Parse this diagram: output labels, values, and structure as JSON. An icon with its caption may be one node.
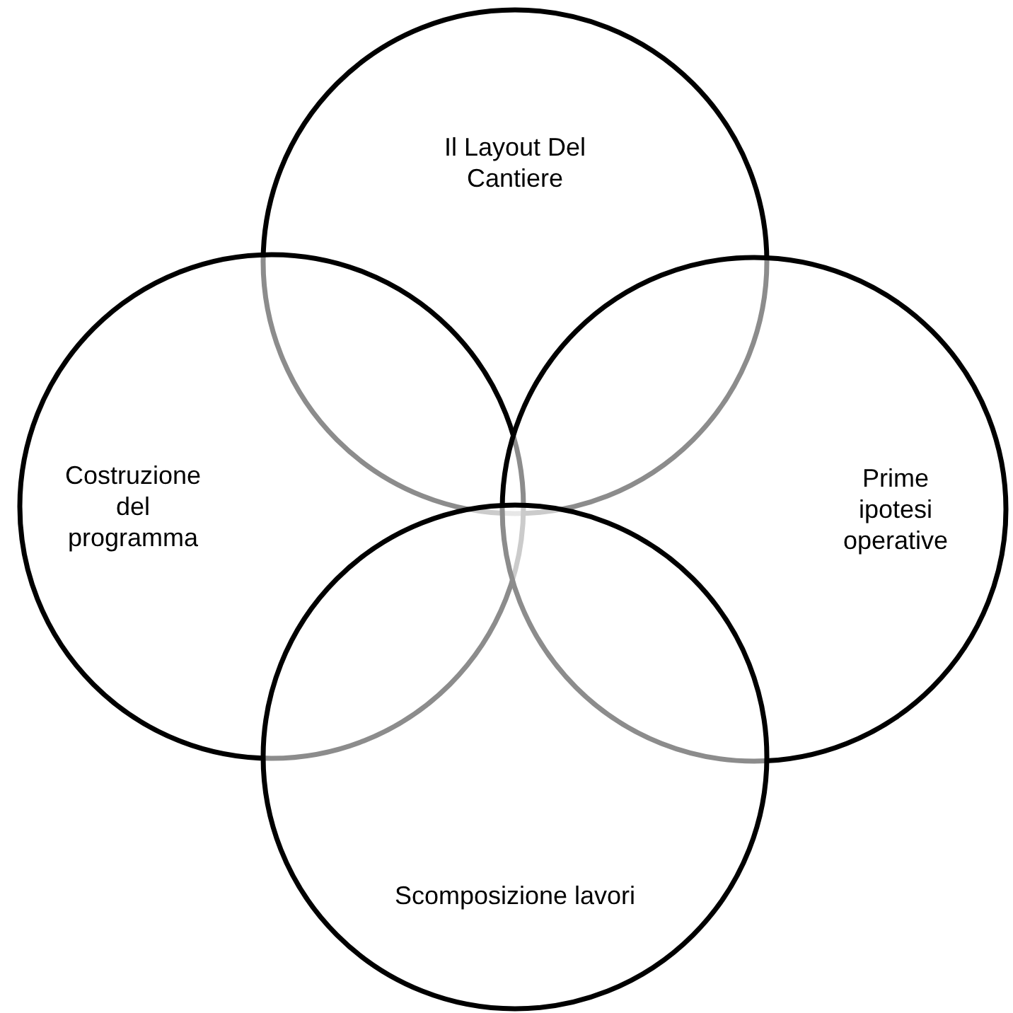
{
  "diagram": {
    "nodes": [
      {
        "text": [
          "Il Layout Del Cantiere"
        ]
      },
      {
        "text": [
          "Costruzione del programma"
        ]
      },
      {
        "text": [
          "Prime ipotesi operative"
        ]
      },
      {
        "text": [
          "Scomposizione lavori"
        ]
      }
    ]
  }
}
